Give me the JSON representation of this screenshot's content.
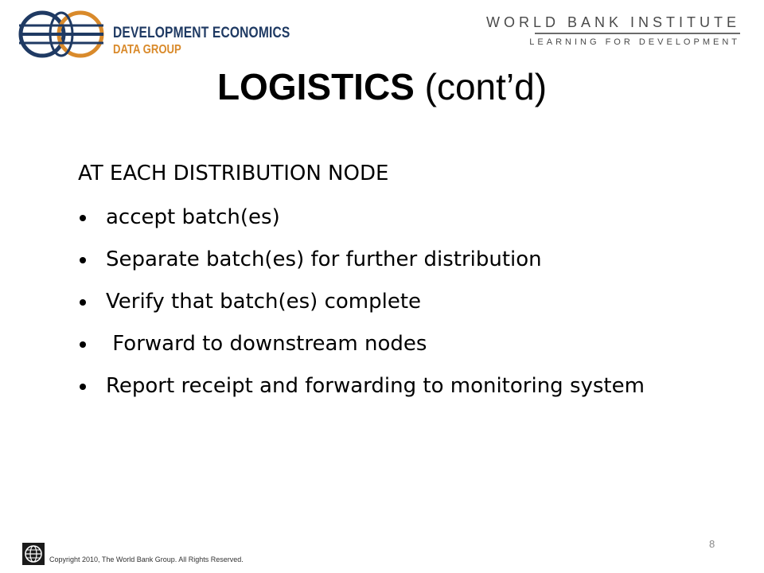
{
  "header": {
    "brand": {
      "line1": "DEVELOPMENT ECONOMICS",
      "line2": "DATA GROUP"
    },
    "institute": {
      "title": "WORLD BANK INSTITUTE",
      "subtitle": "LEARNING FOR DEVELOPMENT"
    }
  },
  "slide": {
    "title_bold": "LOGISTICS",
    "title_rest": " (cont’d)",
    "section_heading": "AT EACH DISTRIBUTION NODE",
    "bullets": [
      "accept batch(es)",
      "Separate batch(es) for further distribution",
      "Verify that batch(es) complete",
      " Forward to downstream nodes",
      "Report receipt and forwarding to monitoring system"
    ]
  },
  "footer": {
    "copyright": "Copyright 2010, The World Bank Group. All Rights Reserved.",
    "page_number": "8"
  },
  "colors": {
    "brand_navy": "#1f3a63",
    "brand_orange": "#d98a2b",
    "institute_gray": "#4a4a4a"
  },
  "icons": {
    "brand_logo": "globe-logo-icon",
    "footer_logo": "world-bank-globe-icon"
  }
}
